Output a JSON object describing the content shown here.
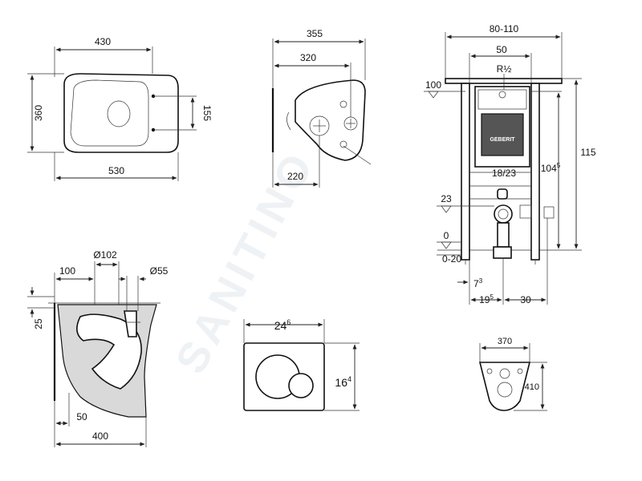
{
  "watermark": "SANITINO",
  "top_view": {
    "width_top": "430",
    "height_left": "360",
    "hole_spacing": "155",
    "length_bottom": "530"
  },
  "side_view_top": {
    "total": "355",
    "inner": "320",
    "bottom": "220"
  },
  "frame": {
    "width_range": "80-110",
    "inner_width": "50",
    "water_inlet": "R½",
    "top_level": "100",
    "total_height": "115",
    "height_sup": "104",
    "height_sup_exp": "5",
    "pipe_size": "18/23",
    "outlet_level": "23",
    "floor_level": "0",
    "floor_range": "0-20",
    "offset_a_base": "7",
    "offset_a_exp": "3",
    "offset_b_base": "19",
    "offset_b_exp": "5",
    "offset_c": "30",
    "logo_text": "GEBERIT"
  },
  "section_view": {
    "outlet_diameter": "Ø102",
    "inlet_diameter": "Ø55",
    "outlet_offset": "100",
    "rim_height": "25",
    "bottom_offset": "50",
    "depth": "400"
  },
  "flush_plate": {
    "width_base": "24",
    "width_exp": "6",
    "height_base": "16",
    "height_exp": "4"
  },
  "wall_bracket": {
    "width": "370",
    "height": "410"
  }
}
